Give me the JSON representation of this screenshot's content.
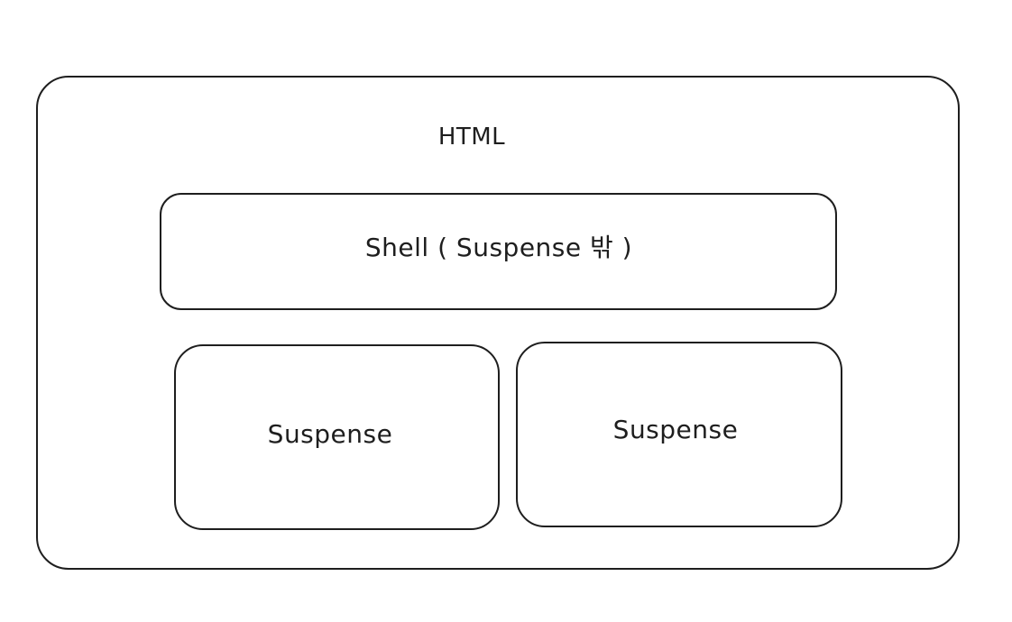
{
  "diagram": {
    "outer": {
      "label": "HTML"
    },
    "shell": {
      "label": "Shell ( Suspense 밖 )"
    },
    "suspense_left": {
      "label": "Suspense"
    },
    "suspense_right": {
      "label": "Suspense"
    }
  },
  "colors": {
    "stroke": "#1e1e1e",
    "background": "#ffffff"
  }
}
